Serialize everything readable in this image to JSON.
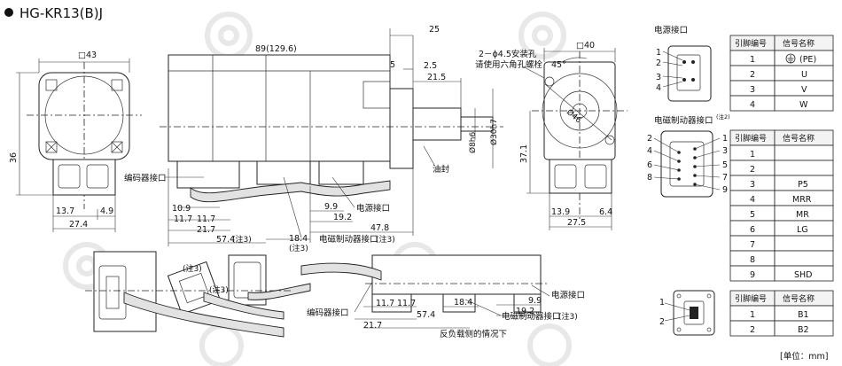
{
  "title": "HG-KR13(B)J",
  "front_view": {
    "square": "□43",
    "height": "36",
    "dim_left": "13.7",
    "dim_right": "4.9",
    "dim_bottom": "27.4"
  },
  "side_view": {
    "length": "89(129.6)",
    "flange_len": "25",
    "d5": "5",
    "d2_5": "2.5",
    "d21_5": "21.5",
    "shaft_dia": "Ø8h6",
    "pilot_dia": "Ø30h7",
    "oil_seal": "油封",
    "encoder_conn": "编码器接口",
    "power_conn": "电源接口",
    "brake_conn": "电磁制动器接口",
    "note3": "(注3)",
    "d10_9": "10.9",
    "d11_7a": "11.7",
    "d11_7b": "11.7",
    "d21_7": "21.7",
    "d57_4": "57.4",
    "d18_4": "18.4",
    "d9_9": "9.9",
    "d19_2": "19.2",
    "d47_8": "47.8"
  },
  "flange_view": {
    "square": "□40",
    "angle": "45°",
    "pcd": "Ø46",
    "mount_hole_1": "2－ϕ4.5安装孔",
    "mount_hole_2": "请使用六角孔螺栓",
    "height": "37.1",
    "d13_9": "13.9",
    "d6_4": "6.4",
    "d27_5": "27.5"
  },
  "bottom_views": {
    "note3_a": "(注3)",
    "note3_b": "(注3)",
    "encoder_conn": "编码器接口",
    "power_conn": "电源接口",
    "brake_conn": "电磁制动器接口",
    "note3_c": "(注3)",
    "d21_7": "21.7",
    "d11_7a": "11.7",
    "d11_7b": "11.7",
    "d57_4": "57.4",
    "d18_4": "18.4",
    "d9_9": "9.9",
    "d19_2": "19.2",
    "caption": "反负载侧的情况下"
  },
  "power_table": {
    "title": "电源接口",
    "col1": "引脚编号",
    "col2": "信号名称",
    "rows": [
      {
        "pin": "1",
        "signal": "(PE)"
      },
      {
        "pin": "2",
        "signal": "U"
      },
      {
        "pin": "3",
        "signal": "V"
      },
      {
        "pin": "4",
        "signal": "W"
      }
    ],
    "pin_labels": [
      "1",
      "2",
      "3",
      "4"
    ]
  },
  "brake_table": {
    "title": "电磁制动器接口",
    "note": "(注2)",
    "col1": "引脚编号",
    "col2": "信号名称",
    "rows": [
      {
        "pin": "1",
        "signal": ""
      },
      {
        "pin": "2",
        "signal": ""
      },
      {
        "pin": "3",
        "signal": "P5"
      },
      {
        "pin": "4",
        "signal": "MRR"
      },
      {
        "pin": "5",
        "signal": "MR"
      },
      {
        "pin": "6",
        "signal": "LG"
      },
      {
        "pin": "7",
        "signal": ""
      },
      {
        "pin": "8",
        "signal": ""
      },
      {
        "pin": "9",
        "signal": "SHD"
      }
    ],
    "pin_labels_left": [
      "2",
      "4",
      "6",
      "8"
    ],
    "pin_labels_right": [
      "1",
      "3",
      "5",
      "7",
      "9"
    ]
  },
  "b_table": {
    "col1": "引脚编号",
    "col2": "信号名称",
    "rows": [
      {
        "pin": "1",
        "signal": "B1"
      },
      {
        "pin": "2",
        "signal": "B2"
      }
    ],
    "pin_labels": [
      "1",
      "2"
    ]
  },
  "unit": "[单位：mm]"
}
